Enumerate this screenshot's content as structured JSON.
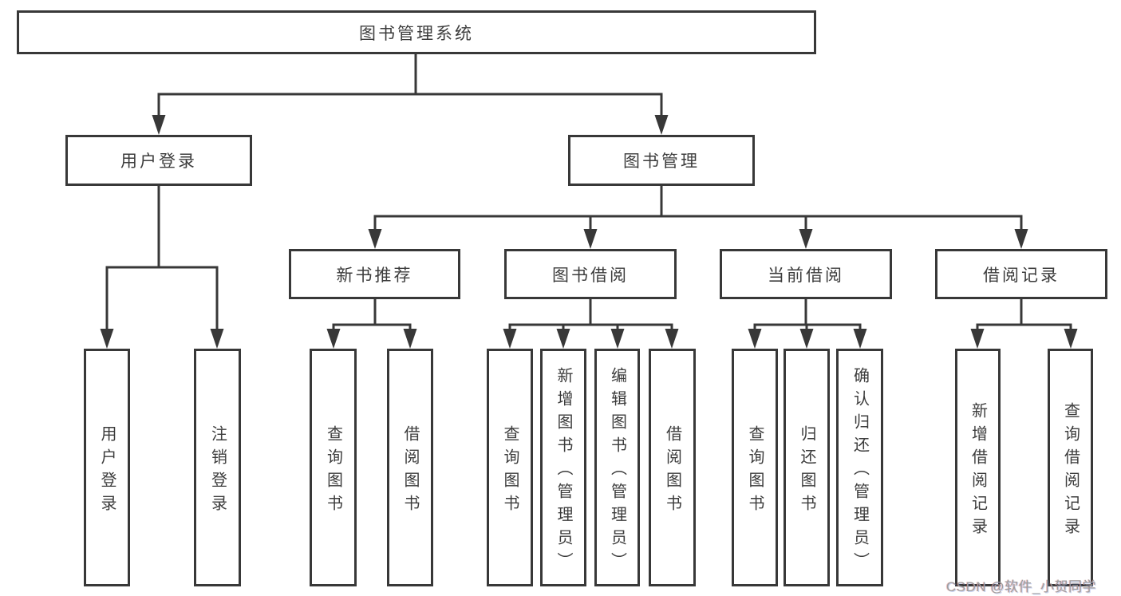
{
  "colors": {
    "line": "#383838",
    "box_border": "#383838",
    "box_background": "#ffffff",
    "text": "#3c3c3c",
    "watermark": "#9e9e9e",
    "background": "#ffffff"
  },
  "tree": {
    "root": "图书管理系统",
    "branches": [
      {
        "label": "用户登录",
        "children": [
          "用户登录",
          "注销登录"
        ]
      },
      {
        "label": "图书管理",
        "groups": [
          {
            "label": "新书推荐",
            "children": [
              "查询图书",
              "借阅图书"
            ]
          },
          {
            "label": "图书借阅",
            "children": [
              "查询图书",
              "新增图书（管理员）",
              "编辑图书（管理员）",
              "借阅图书"
            ]
          },
          {
            "label": "当前借阅",
            "children": [
              "查询图书",
              "归还图书",
              "确认归还（管理员）"
            ]
          },
          {
            "label": "借阅记录",
            "children": [
              "新增借阅记录",
              "查询借阅记录"
            ]
          }
        ]
      }
    ]
  },
  "watermark": {
    "text": "CSDN @软件_小贺同学"
  }
}
